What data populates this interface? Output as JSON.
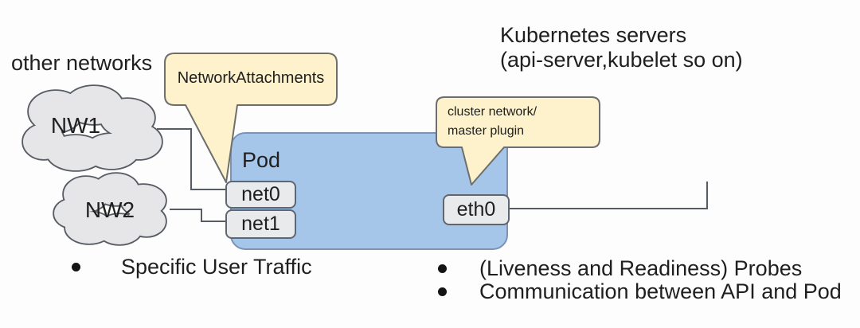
{
  "title_left": "other networks",
  "title_right": {
    "line1": "Kubernetes servers",
    "line2": "(api-server,kubelet so on)"
  },
  "clouds": [
    {
      "label": "NW1"
    },
    {
      "label": "NW2"
    }
  ],
  "pod": {
    "label": "Pod",
    "interfaces": [
      {
        "name": "net0"
      },
      {
        "name": "net1"
      },
      {
        "name": "eth0"
      }
    ]
  },
  "callouts": [
    {
      "text": "NetworkAttachments"
    },
    {
      "line1": "cluster network/",
      "line2": "master plugin"
    }
  ],
  "bullets": {
    "left": [
      "Specific User Traffic"
    ],
    "right": [
      "(Liveness and Readiness) Probes",
      "Communication between API and Pod"
    ]
  },
  "colors": {
    "background": "#fdfdfd",
    "text": "#1f1f1f",
    "pod_fill": "#a5c6e9",
    "pod_border": "#7b94b5",
    "callout_fill": "#fdf2cc",
    "callout_border": "#6e6e6e",
    "iface_fill": "#e9eaec",
    "iface_border": "#5f6672",
    "cloud_fill": "#e6e6e8",
    "cloud_border": "#575c63",
    "connector": "#575c63"
  }
}
